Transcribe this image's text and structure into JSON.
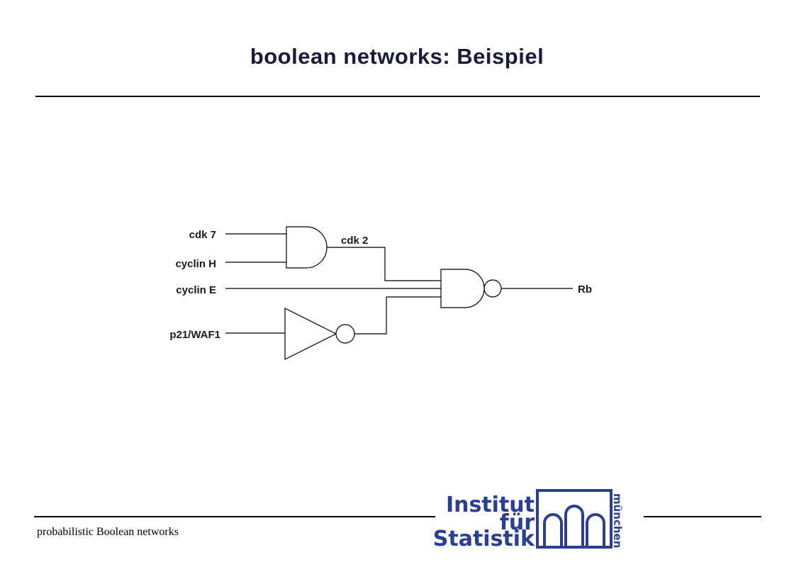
{
  "title": "boolean networks: Beispiel",
  "footer": "probabilistic Boolean networks",
  "diagram": {
    "inputs": [
      "cdk 7",
      "cyclin H",
      "cyclin E",
      "p21/WAF1"
    ],
    "intermediate": "cdk 2",
    "output": "Rb"
  },
  "logo": {
    "line1": "Institut",
    "line2": "für",
    "line3": "Statistik",
    "side": "münchen",
    "color": "#2a3f8f"
  }
}
